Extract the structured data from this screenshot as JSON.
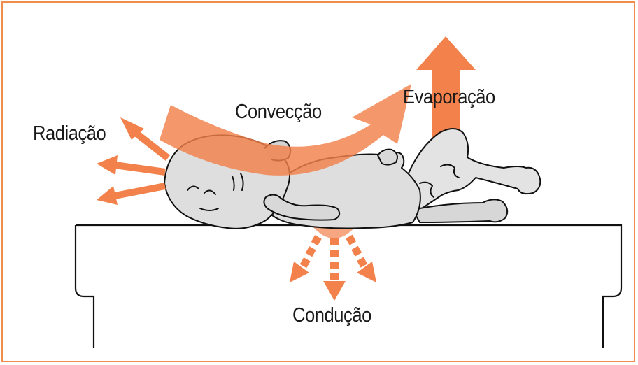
{
  "labels": {
    "radiation": "Radiação",
    "convection": "Convecção",
    "evaporation": "Evaporação",
    "conduction": "Condução"
  },
  "colors": {
    "arrow": "#f2814c",
    "frame": "#f08c4c",
    "baby_fill": "#dcdcdc",
    "line": "#111111"
  },
  "icons": {
    "baby": "newborn-lying-on-back-illustration",
    "table": "examination-table-illustration"
  }
}
